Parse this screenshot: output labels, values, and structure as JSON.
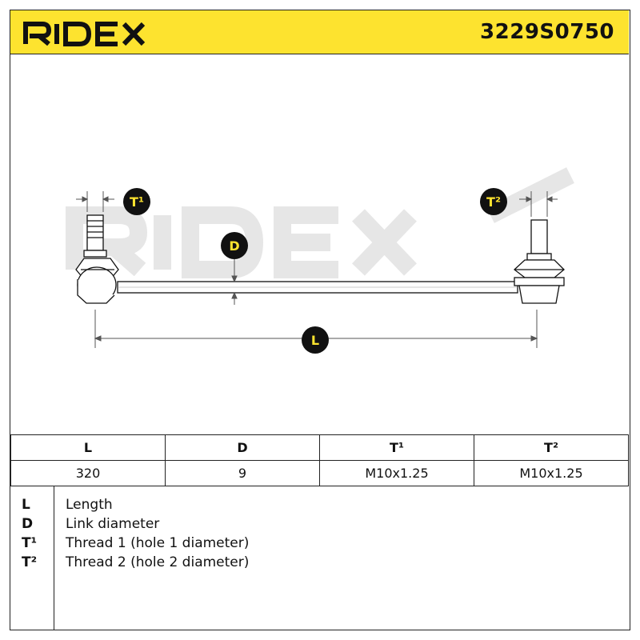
{
  "brand": {
    "name": "RIDEX",
    "accent_color": "#fde32f"
  },
  "part_number": "3229S0750",
  "diagram": {
    "labels": {
      "t1": "T¹",
      "t2": "T²",
      "d": "D",
      "l": "L"
    },
    "watermark": "RIDEX"
  },
  "specs": {
    "headers": [
      "L",
      "D",
      "T¹",
      "T²"
    ],
    "values": [
      "320",
      "9",
      "M10x1.25",
      "M10x1.25"
    ]
  },
  "legend": [
    {
      "key": "L",
      "desc": "Length"
    },
    {
      "key": "D",
      "desc": "Link diameter"
    },
    {
      "key": "T¹",
      "desc": "Thread 1 (hole 1 diameter)"
    },
    {
      "key": "T²",
      "desc": "Thread 2 (hole 2 diameter)"
    }
  ]
}
